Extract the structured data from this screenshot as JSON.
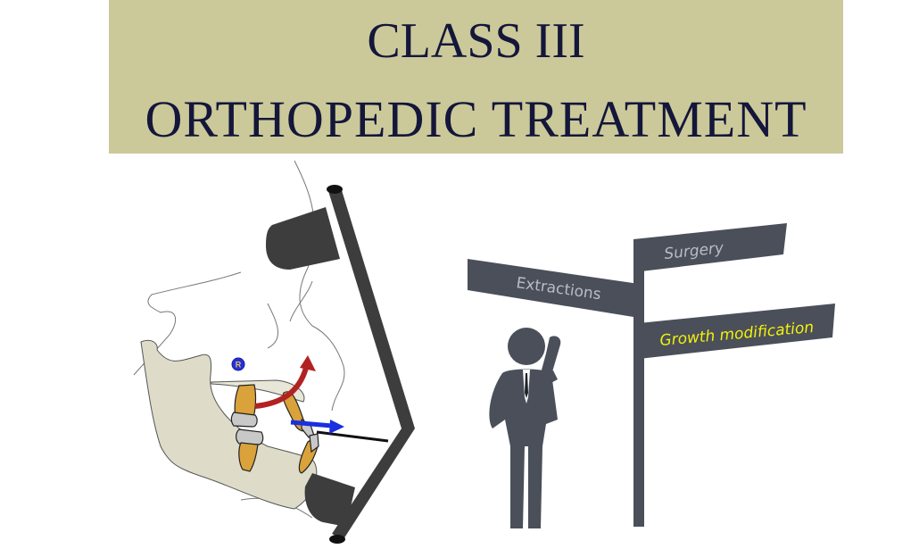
{
  "header": {
    "line1": "CLASS III",
    "line2": "ORTHOPEDIC TREATMENT",
    "background_color": "#cbc99a",
    "text_color": "#14163a"
  },
  "illustration": {
    "rotation_center_label": "R"
  },
  "signpost": {
    "signs": [
      {
        "label": "Surgery",
        "text_color": "#b8bcc4"
      },
      {
        "label": "Extractions",
        "text_color": "#b8bcc4"
      },
      {
        "label": "Growth modification",
        "text_color": "#f2f20a"
      }
    ],
    "sign_color": "#4a4f5a"
  }
}
